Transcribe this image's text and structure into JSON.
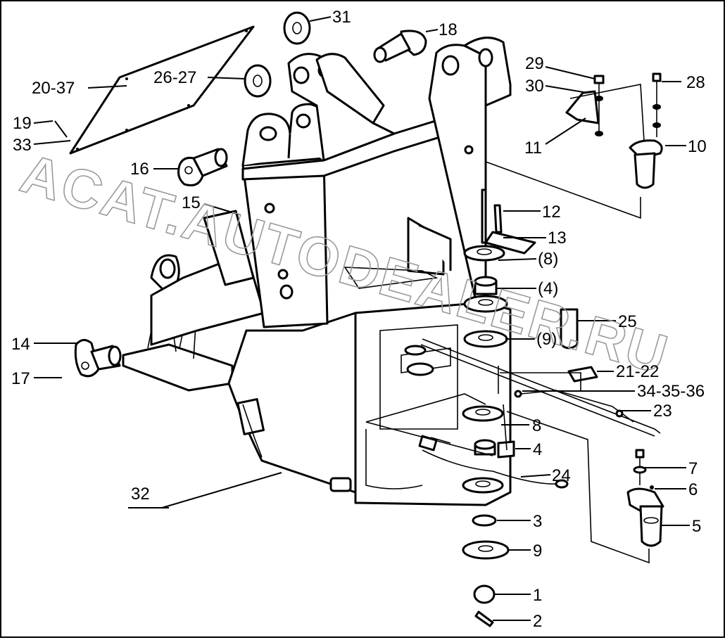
{
  "watermark": "ACAT.AUTODEALER.RU",
  "callouts": {
    "c31": "31",
    "c18": "18",
    "c29": "29",
    "c28": "28",
    "c30": "30",
    "c2037": "20-37",
    "c2627": "26-27",
    "c19": "19",
    "c33": "33",
    "c11": "11",
    "c10": "10",
    "c16": "16",
    "c15": "15",
    "c12": "12",
    "c13": "13",
    "c8p": "(8)",
    "c4p": "(4)",
    "c25": "25",
    "c14": "14",
    "c9p": "(9)",
    "c17": "17",
    "c2122": "21-22",
    "c343536": "34-35-36",
    "c23": "23",
    "c8": "8",
    "c7": "7",
    "c4": "4",
    "c6": "6",
    "c24": "24",
    "c32": "32",
    "c3": "3",
    "c5": "5",
    "c9": "9",
    "c1": "1",
    "c2": "2"
  }
}
